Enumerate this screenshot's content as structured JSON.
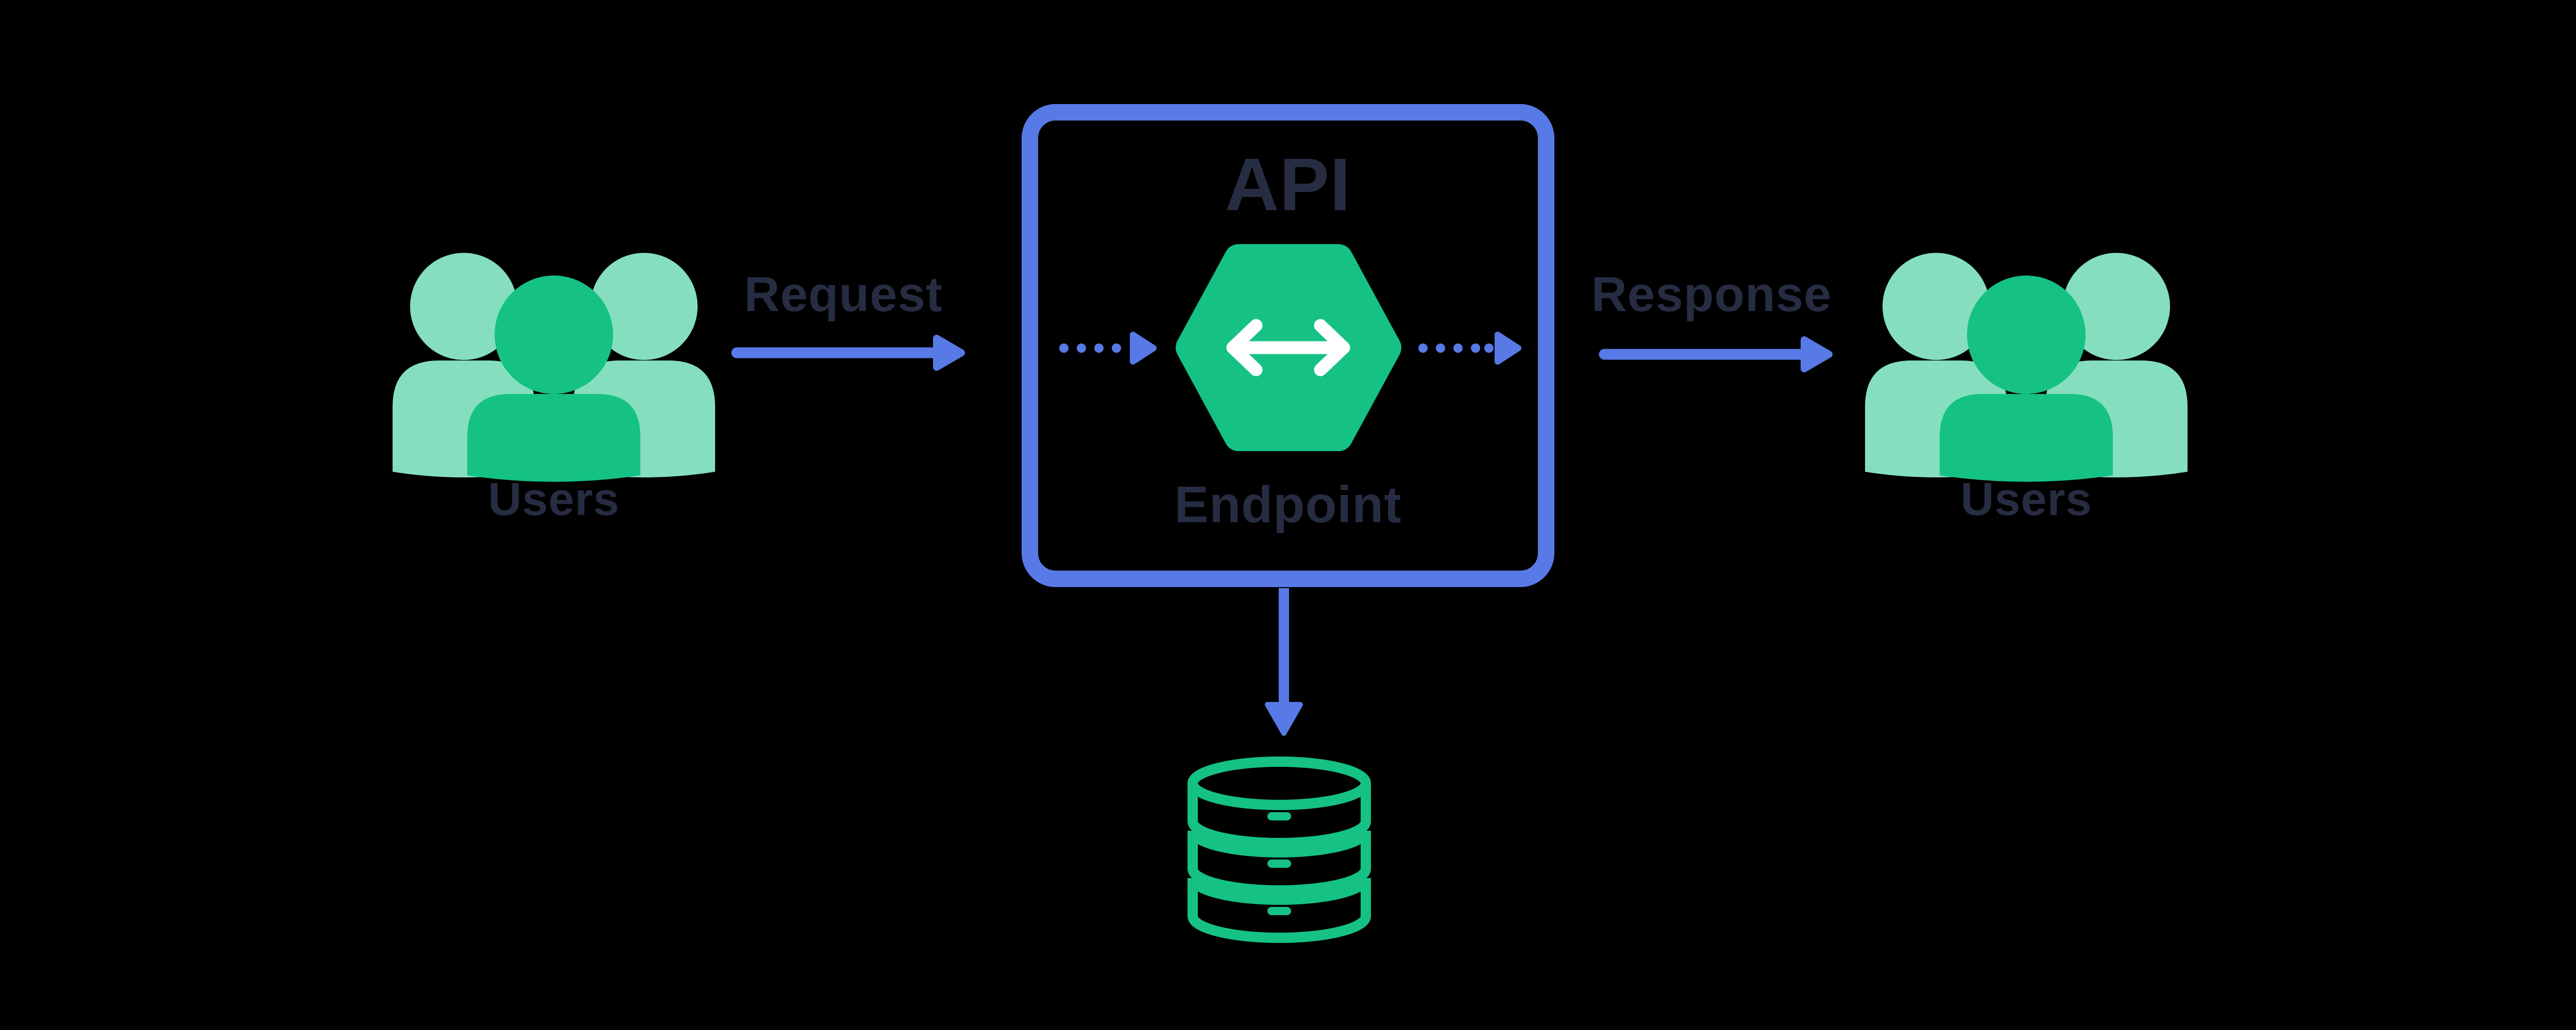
{
  "diagram": {
    "title_hint": "API request/response flow diagram",
    "background": "#000000"
  },
  "colors": {
    "accent_blue": "#587AE6",
    "green": "#15C284",
    "green_light": "#85DFBE",
    "ink_text": "#262C41",
    "white": "#FFFFFF"
  },
  "nodes": {
    "users_left": {
      "label": "Users",
      "icon": "users-icon"
    },
    "users_right": {
      "label": "Users",
      "icon": "users-icon"
    },
    "api": {
      "title": "API",
      "subtitle": "Endpoint",
      "icon": "hexagon-endpoint-icon",
      "inner_icon": "double-arrow-icon"
    },
    "database": {
      "icon": "database-icon",
      "disk_count": 3
    }
  },
  "flows": {
    "request": {
      "label": "Request",
      "style": "solid",
      "direction": "right"
    },
    "response": {
      "label": "Response",
      "style": "solid",
      "direction": "right"
    },
    "into_api": {
      "style": "dotted",
      "direction": "right",
      "dots": 4
    },
    "out_of_api": {
      "style": "dotted",
      "direction": "right",
      "dots": 5
    },
    "api_to_database": {
      "style": "solid",
      "direction": "down"
    }
  }
}
